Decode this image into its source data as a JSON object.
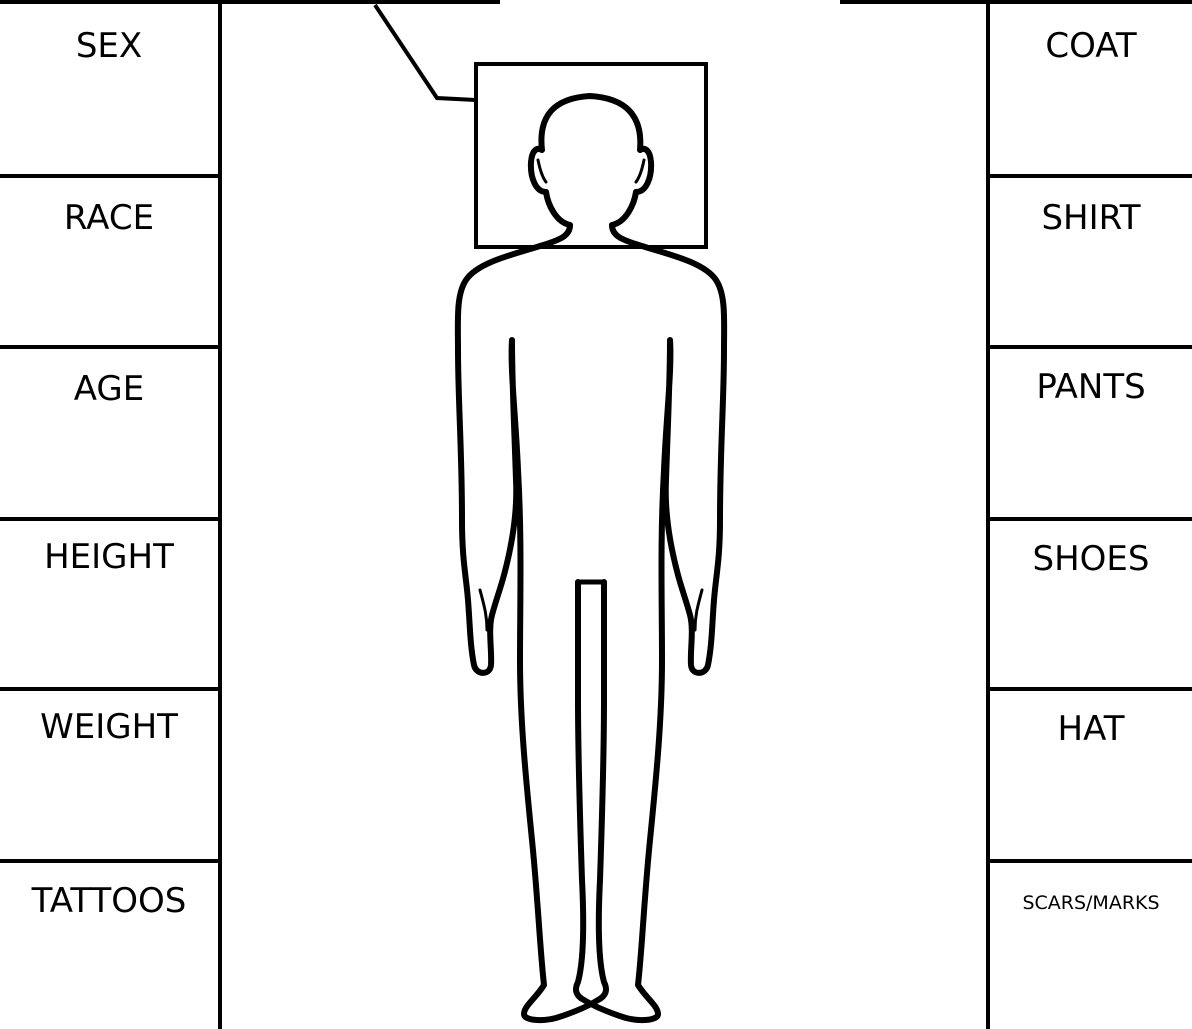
{
  "left_fields": [
    {
      "label": "SEX"
    },
    {
      "label": "RACE"
    },
    {
      "label": "AGE"
    },
    {
      "label": "HEIGHT"
    },
    {
      "label": "WEIGHT"
    },
    {
      "label": "TATTOOS"
    }
  ],
  "right_fields": [
    {
      "label": "COAT"
    },
    {
      "label": "SHIRT"
    },
    {
      "label": "PANTS"
    },
    {
      "label": "SHOES"
    },
    {
      "label": "HAT"
    },
    {
      "label": "SCARS/MARKS"
    }
  ]
}
